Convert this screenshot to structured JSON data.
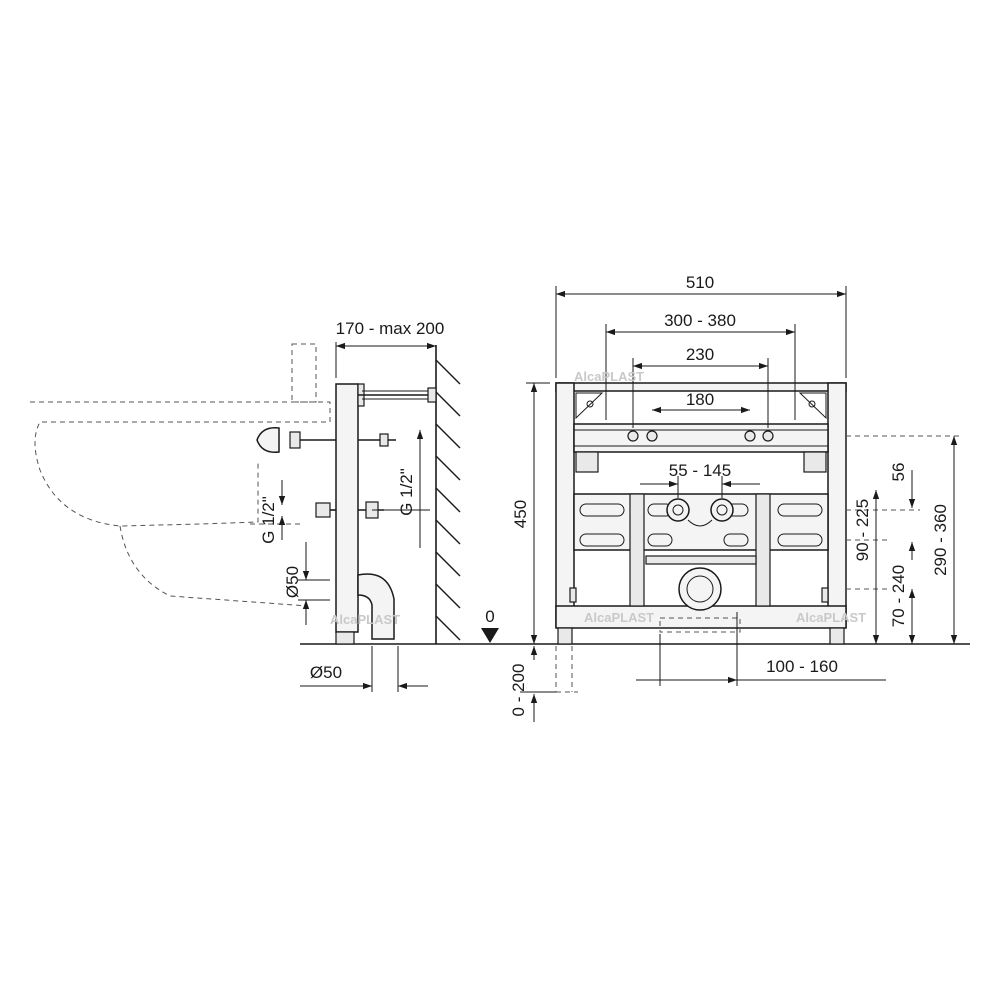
{
  "dimensions": {
    "side_depth": "170 - max 200",
    "side_g_half_vertical_right": "G 1/2\"",
    "side_g_half_vertical_left": "G 1/2\"",
    "side_drain_dia_vertical": "Ø50",
    "side_drain_dia_bottom": "Ø50",
    "zero_level": "0",
    "leg_adjust": "0 - 200",
    "front_height": "450",
    "front_width": "510",
    "front_mount_span": "300 - 380",
    "front_rail_230": "230",
    "front_rail_180": "180",
    "front_inlet_spacing": "55 - 145",
    "front_drain_offset": "100 - 160",
    "right_56": "56",
    "right_90_225": "90 - 225",
    "right_70_240": "70 - 240",
    "right_290_360": "290 - 360"
  },
  "watermarks": {
    "brand": "AlcaPLAST"
  }
}
